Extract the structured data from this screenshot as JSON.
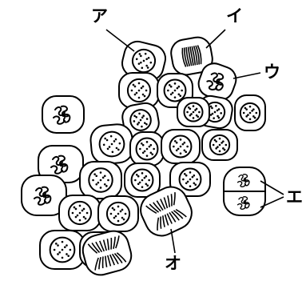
{
  "labels": {
    "a": "ア",
    "i": "イ",
    "u": "ウ",
    "e": "エ",
    "o": "オ"
  },
  "cells": [
    {
      "stage": "interphase"
    },
    {
      "stage": "metaphase"
    },
    {
      "stage": "prophase"
    },
    {
      "stage": "interphase"
    },
    {
      "stage": "interphase"
    },
    {
      "stage": "interphase"
    },
    {
      "stage": "interphase"
    },
    {
      "stage": "interphase"
    },
    {
      "stage": "prophase"
    },
    {
      "stage": "interphase"
    },
    {
      "stage": "interphase"
    },
    {
      "stage": "interphase"
    },
    {
      "stage": "interphase"
    },
    {
      "stage": "prophase"
    },
    {
      "stage": "interphase"
    },
    {
      "stage": "interphase"
    },
    {
      "stage": "telophase"
    },
    {
      "stage": "prophase"
    },
    {
      "stage": "interphase"
    },
    {
      "stage": "interphase"
    },
    {
      "stage": "interphase"
    },
    {
      "stage": "anaphase"
    },
    {
      "stage": "interphase"
    },
    {
      "stage": "interphase"
    },
    {
      "stage": "interphase"
    },
    {
      "stage": "anaphase"
    }
  ]
}
